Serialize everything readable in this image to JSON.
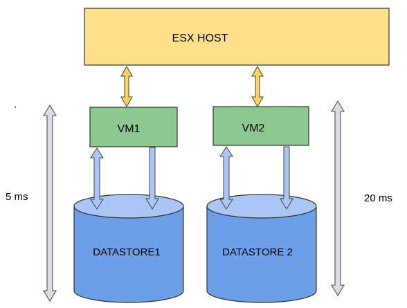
{
  "colors": {
    "host_fill": "#ffe08a",
    "host_stroke": "#333333",
    "vm_fill": "#8cc88f",
    "vm_stroke": "#333333",
    "datastore_fill": "#6d9ee8",
    "datastore_top": "#a9c6f4",
    "datastore_stroke": "#333333",
    "host_vm_arrow": "#ffd25a",
    "vm_ds_arrow": "#a9c6f4",
    "latency_arrow": "#d9dde3",
    "arrow_outline": "#444444"
  },
  "esx_host": {
    "label": "ESX HOST"
  },
  "vms": [
    {
      "label": "VM1"
    },
    {
      "label": "VM2"
    }
  ],
  "datastores": [
    {
      "label": "DATASTORE1"
    },
    {
      "label": "DATASTORE 2"
    }
  ],
  "latency": {
    "left": "5 ms",
    "right": "20 ms"
  },
  "marker": "'"
}
